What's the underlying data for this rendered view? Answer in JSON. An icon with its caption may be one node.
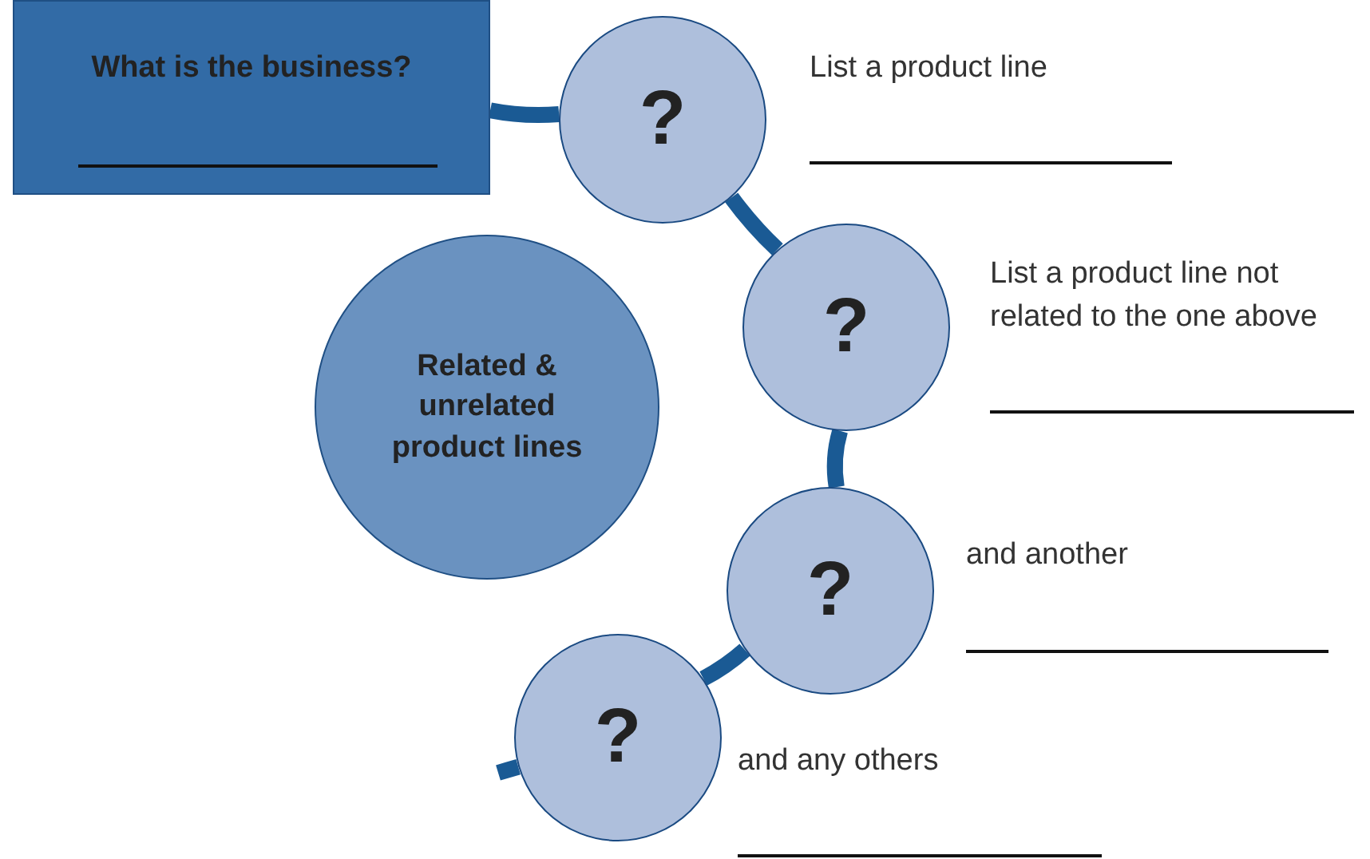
{
  "diagram": {
    "nodes": [
      {
        "text": [
          "What is the business?"
        ]
      },
      {
        "text": [
          "Related & unrelated product lines"
        ]
      },
      {
        "text": [
          "?"
        ],
        "beside": [
          "List a product line"
        ]
      },
      {
        "text": [
          "?"
        ],
        "beside": [
          "List a product line not related to the one above"
        ]
      },
      {
        "text": [
          "?"
        ],
        "beside": [
          "and another"
        ]
      },
      {
        "text": [
          "?"
        ],
        "beside": [
          "and any others"
        ]
      }
    ],
    "edges": [
      {
        "from": 0,
        "to": 2,
        "arrow": "none"
      },
      {
        "from": 2,
        "to": 3,
        "arrow": "none"
      },
      {
        "from": 3,
        "to": 4,
        "arrow": "none"
      },
      {
        "from": 4,
        "to": 5,
        "arrow": "none"
      },
      {
        "from": 5,
        "to": null,
        "arrow": "none"
      }
    ]
  }
}
